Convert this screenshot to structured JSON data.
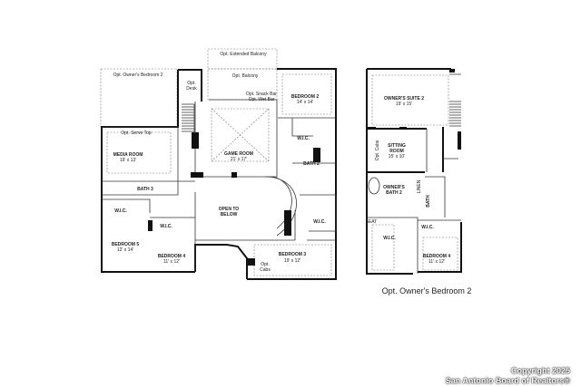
{
  "main_plan": {
    "labels": {
      "ext_balcony": "Opt. Extended Balcony",
      "owners_bed2": "Opt. Owner's Bedroom 2",
      "desk1": "Opt.",
      "desk2": "Desk",
      "balcony": "Opt. Balcony",
      "snack_bar": "Opt. Snack Bar",
      "wet_bar": "Opt. Wet Bar",
      "bedroom2": "BEDROOM 2",
      "bedroom2_size": "14' x 14'",
      "serve_top": "Opt. Serve Top",
      "media_room": "MEDIA ROOM",
      "media_room_size": "19' x 13'",
      "game_room": "GAME ROOM",
      "game_room_size": "21' x 17'",
      "wic_bed2": "W.I.C.",
      "bath2": "BATH 2",
      "bath3": "BATH 3",
      "open1": "OPEN TO",
      "open2": "BELOW",
      "wic_bed5": "W.I.C.",
      "wic_bed4": "W.I.C.",
      "wic_bed3": "W.I.C.",
      "bedroom5": "BEDROOM 5",
      "bedroom5_size": "12' x 14'",
      "bedroom4": "BEDROOM 4",
      "bedroom4_size": "11' x 12'",
      "bedroom3": "BEDROOM 3",
      "bedroom3_size": "19' x 12'",
      "cabs1": "Opt.",
      "cabs2": "Cabs"
    }
  },
  "alt_plan": {
    "labels": {
      "owners_suite": "OWNER'S SUITE 2",
      "owners_suite_size": "19' x 15'",
      "sitting1": "SITTING",
      "sitting2": "ROOM",
      "sitting_size": "15' x 10'",
      "opt_cabs": "Opt. Cabs",
      "owners_bath1": "OWNER'S",
      "owners_bath2": "BATH 2",
      "linen": "LINEN",
      "bath": "BATH",
      "seat": "SEAT",
      "wic": "W.I.C.",
      "wic2": "W.I.C.",
      "bedroom4": "BEDROOM 4",
      "bedroom4_size": "11' x 12'"
    },
    "caption": "Opt. Owner's Bedroom 2"
  },
  "watermark": {
    "line1": "Copyright 2025",
    "line2": "San Antonio Board of Realtors®"
  }
}
